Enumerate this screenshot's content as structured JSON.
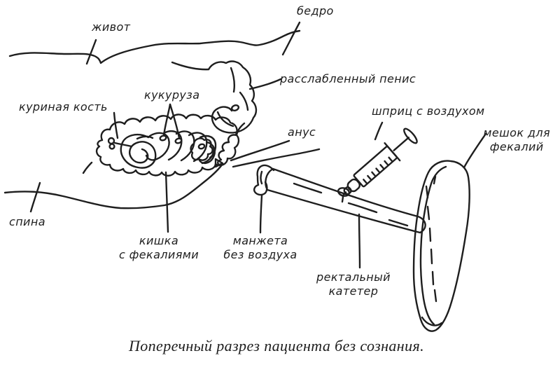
{
  "figure": {
    "background_color": "#ffffff",
    "ink_color": "#1e1e1e",
    "caption": "Поперечный разрез пациента без сознания.",
    "labels": {
      "abdomen": "живот",
      "thigh": "бедро",
      "relaxed_penis": "расслабленный пенис",
      "chicken_bone": "куриная кость",
      "corn": "кукуруза",
      "anus": "анус",
      "syringe_with_air": "шприц с воздухом",
      "feces_bag": "мешок для\nфекалий",
      "back": "спина",
      "bowel_with_feces": "кишка\nс фекалиями",
      "cuff_without_air": "манжета\nбез воздуха",
      "rectal_catheter": "ректальный\nкатетер"
    }
  }
}
